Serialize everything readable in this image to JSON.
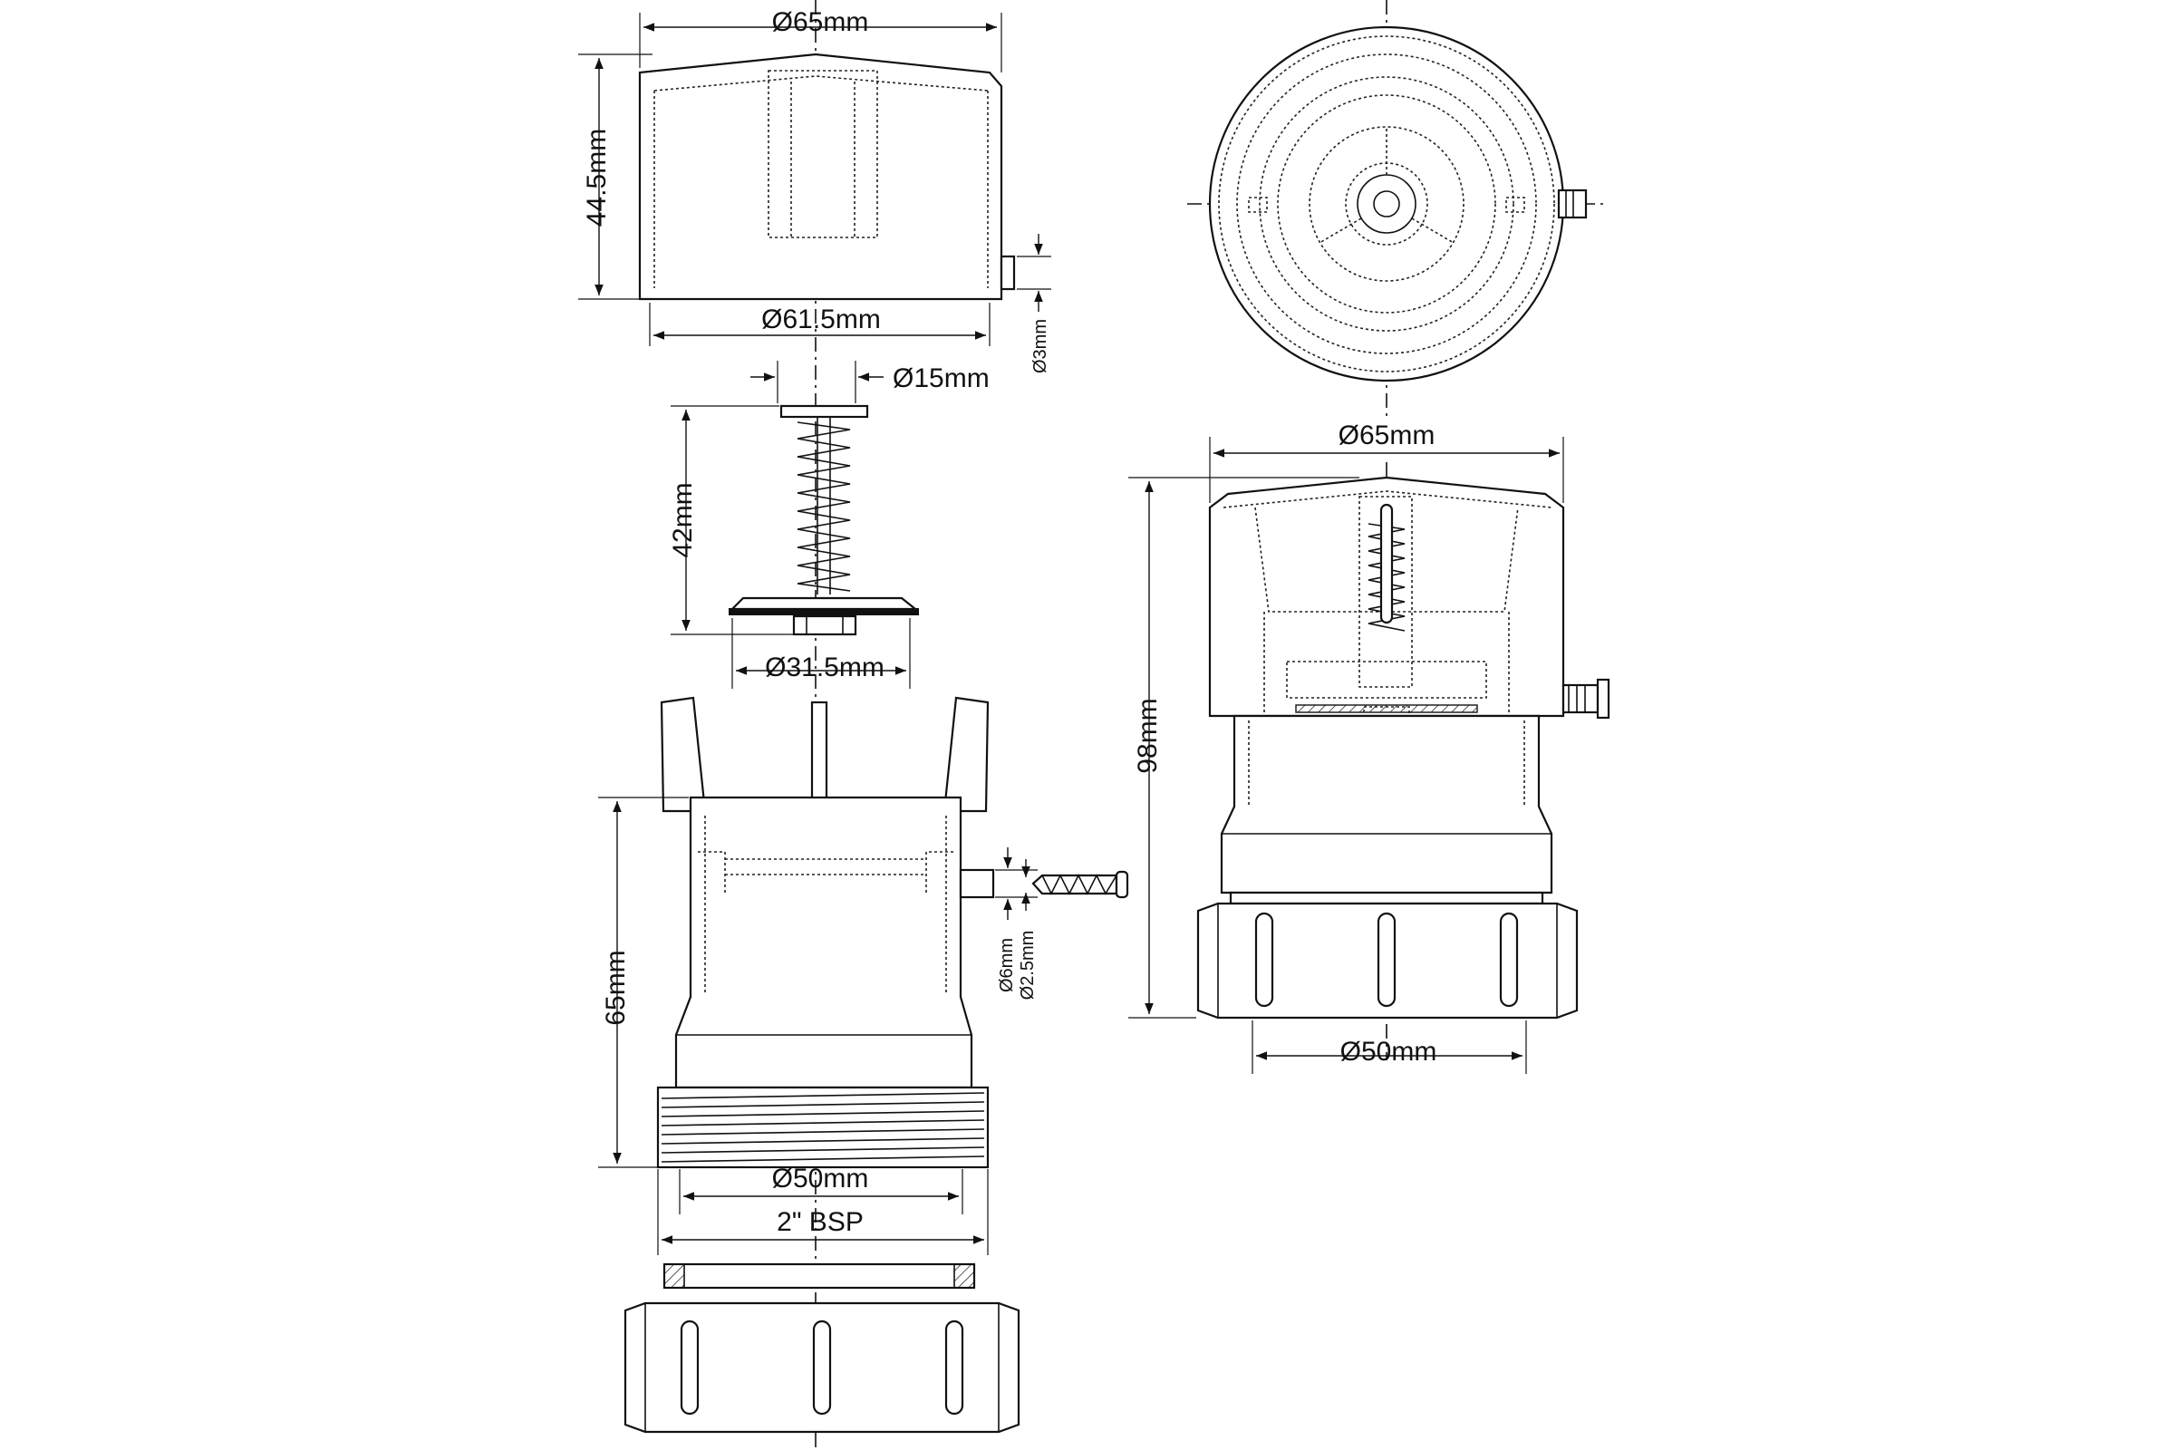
{
  "dimensions": {
    "cap_outer_diameter": "Ø65mm",
    "cap_height": "44.5mm",
    "cap_inner_diameter": "Ø61.5mm",
    "vent_pin_diameter": "Ø3mm",
    "spring_head_diameter": "Ø15mm",
    "spring_length": "42mm",
    "valve_disc_diameter": "Ø31.5mm",
    "body_height": "65mm",
    "screw_diameter_outer": "Ø6mm",
    "screw_diameter_inner": "Ø2.5mm",
    "body_outlet_diameter": "Ø50mm",
    "thread_size": "2\" BSP",
    "assembled_cap_diameter": "Ø65mm",
    "assembled_height": "98mm",
    "assembled_outlet_diameter": "Ø50mm"
  }
}
